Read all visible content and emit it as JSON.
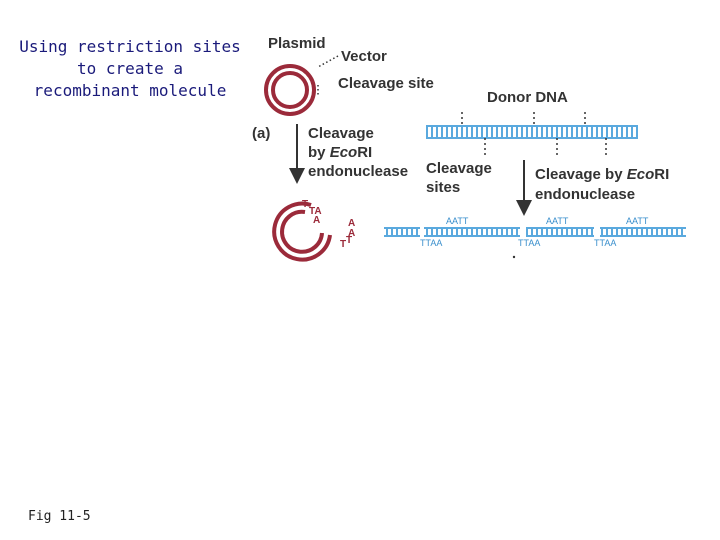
{
  "slide": {
    "title": "Using restriction sites\nto create a\nrecombinant molecule",
    "figure_ref": "Fig 11-5"
  },
  "diagram": {
    "plasmid_label": "Plasmid",
    "vector_label": "Vector",
    "cleavage_site_label": "Cleavage site",
    "donor_label": "Donor DNA",
    "part_label": "(a)",
    "cleavage_plasmid": {
      "line1": "Cleavage",
      "line2_prefix": "by ",
      "enzyme": "Eco",
      "enzyme_suffix": "RI",
      "line3": "endonuclease"
    },
    "cleavage_sites_label": {
      "line1": "Cleavage",
      "line2": "sites"
    },
    "cleavage_donor": {
      "line1_prefix": "Cleavage by ",
      "enzyme": "Eco",
      "enzyme_suffix": "RI",
      "line2": "endonuclease"
    },
    "plasmid_ends": {
      "left_top": "T",
      "left_mid": "TA",
      "left_bottom": "A",
      "right_a1": "A",
      "right_a2": "A",
      "right_t1": "T",
      "right_t2": "T"
    },
    "fragment_sticky": {
      "top1": "AATT",
      "top2": "AATT",
      "top3": "AATT",
      "bottom1": "TTAA",
      "bottom2": "TTAA",
      "bottom3": "TTAA"
    },
    "colors": {
      "plasmid": "#9b2a3a",
      "dna": "#5aa9de",
      "arrow": "#333333"
    }
  }
}
